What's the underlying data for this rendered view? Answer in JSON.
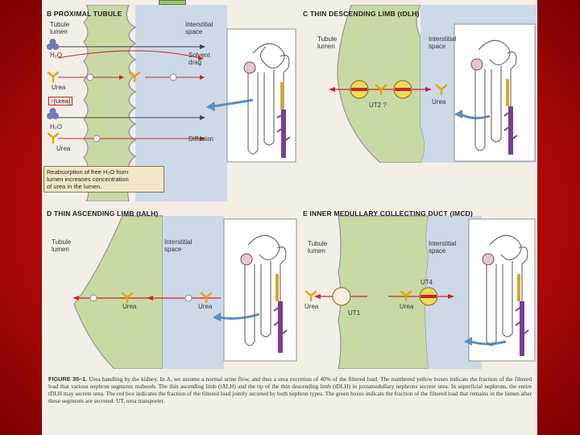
{
  "panels": {
    "b": {
      "title": "B  PROXIMAL TUBULE",
      "tubule_lumen": "Tubule\nlumen",
      "interstitial": "Interstitial\nspace",
      "h2o_1": "H₂O",
      "urea_1": "Urea",
      "solvent_drag": "Solvent\ndrag",
      "urea_box": "↑[Urea]",
      "h2o_2": "H₂O",
      "urea_2": "Urea",
      "diffusion": "Diffusion",
      "note": "Reabsorption of free H₂O from\nlumen increases concentration\nof urea in the lumen."
    },
    "c": {
      "title": "C  THIN DESCENDING LIMB (tDLH)",
      "tubule_lumen": "Tubule\nlumen",
      "interstitial": "Interstitial\nspace",
      "ut2": "UT2 ?",
      "urea": "Urea"
    },
    "d": {
      "title": "D  THIN ASCENDING LIMB (tALH)",
      "tubule_lumen": "Tubule\nlumen",
      "interstitial": "Interstitial\nspace",
      "urea_1": "Urea",
      "urea_2": "Urea"
    },
    "e": {
      "title": "E  INNER MEDULLARY COLLECTING DUCT (IMCD)",
      "tubule_lumen": "Tubule\nlumen",
      "interstitial": "Interstitial\nspace",
      "ut4": "UT4",
      "ut1": "UT1",
      "urea_1": "Urea",
      "urea_2": "Urea"
    }
  },
  "caption": {
    "label": "FIGURE 35–1.",
    "text": "Urea handling by the kidney. In A, we assume a normal urine flow, and thus a urea excretion of 40% of the filtered load. The numbered yellow boxes indicate the fraction of the filtered load that various nephron segments reabsorb. The thin ascending limb (tALH) and the tip of the thin descending limb (tDLH) in juxtamedullary nephrons secrete urea. In superficial nephrons, the entire tDLH may secrete urea. The red box indicates the fraction of the filtered load jointly secreted by both nephron types. The green boxes indicate the fraction of the filtered load that remains in the lumen after these segments are secreted. UT, urea transporter."
  },
  "colors": {
    "frame_red": "#c00d0d",
    "page": "#f3efe7",
    "cell_green": "#c9d9a4",
    "interstitial_blue": "#cdd9e7",
    "urea_yellow": "#e3a718",
    "arrow_red": "#c8262b",
    "arrow_blue": "#5b8ec1",
    "water_blue": "#6f78b8",
    "duct_purple": "#7c3e8e"
  }
}
